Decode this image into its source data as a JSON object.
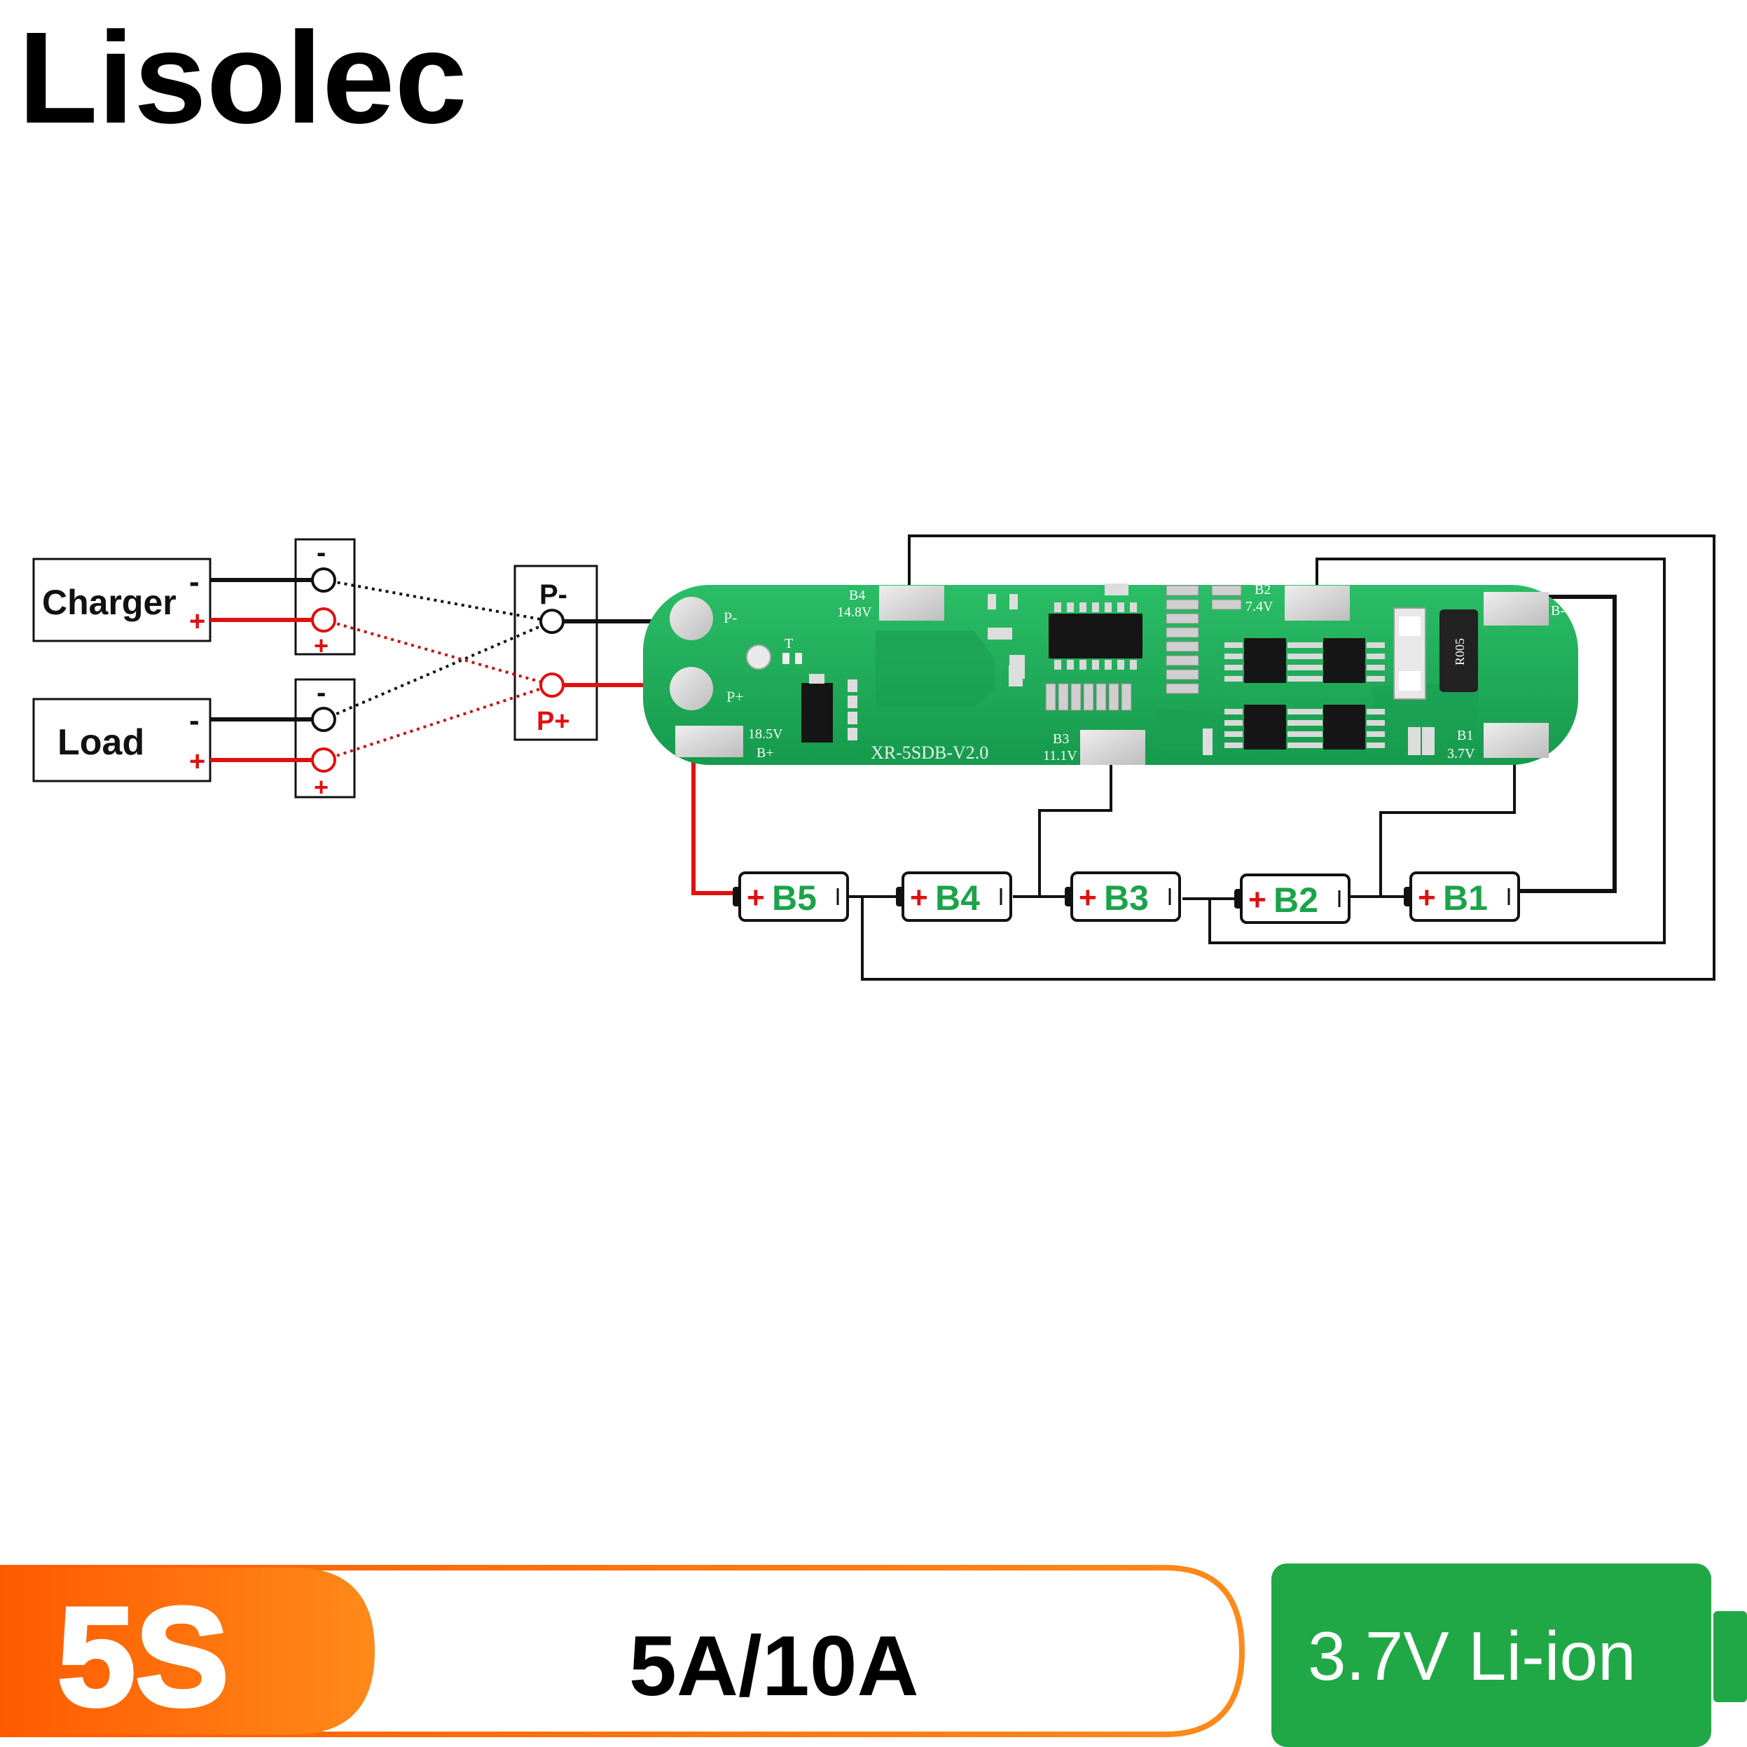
{
  "brand": "Lisolec",
  "charger": {
    "label": "Charger",
    "minus": "-",
    "plus": "+"
  },
  "load": {
    "label": "Load",
    "minus": "-",
    "plus": "+"
  },
  "terminal_block": {
    "minus": "-",
    "plus": "+"
  },
  "output": {
    "pminus": "P-",
    "pplus": "P+"
  },
  "pcb": {
    "pminus_pad": "P-",
    "pplus_pad": "P+",
    "t_label": "T",
    "bplus_v": "18.5V",
    "bplus": "B+",
    "model": "XR-5SDB-V2.0",
    "b4": "B4",
    "b4_v": "14.8V",
    "b3": "B3",
    "b3_v": "11.1V",
    "b2": "B2",
    "b2_v": "7.4V",
    "b1": "B1",
    "b1_v": "3.7V",
    "bminus": "B-",
    "inductor": "R005"
  },
  "cells": [
    {
      "sign": "+",
      "label": "B5"
    },
    {
      "sign": "+",
      "label": "B4"
    },
    {
      "sign": "+",
      "label": "B3"
    },
    {
      "sign": "+",
      "label": "B2"
    },
    {
      "sign": "+",
      "label": "B1"
    }
  ],
  "banner": {
    "series": "5S",
    "current": "5A/10A",
    "chemistry": "3.7V Li-ion"
  },
  "colors": {
    "wire_red": "#e01010",
    "wire_black": "#111111",
    "pcb_green": "#1fad5a",
    "cell_green": "#1ba34a",
    "banner_orange": "#ff6a10",
    "banner_green": "#21a846"
  }
}
